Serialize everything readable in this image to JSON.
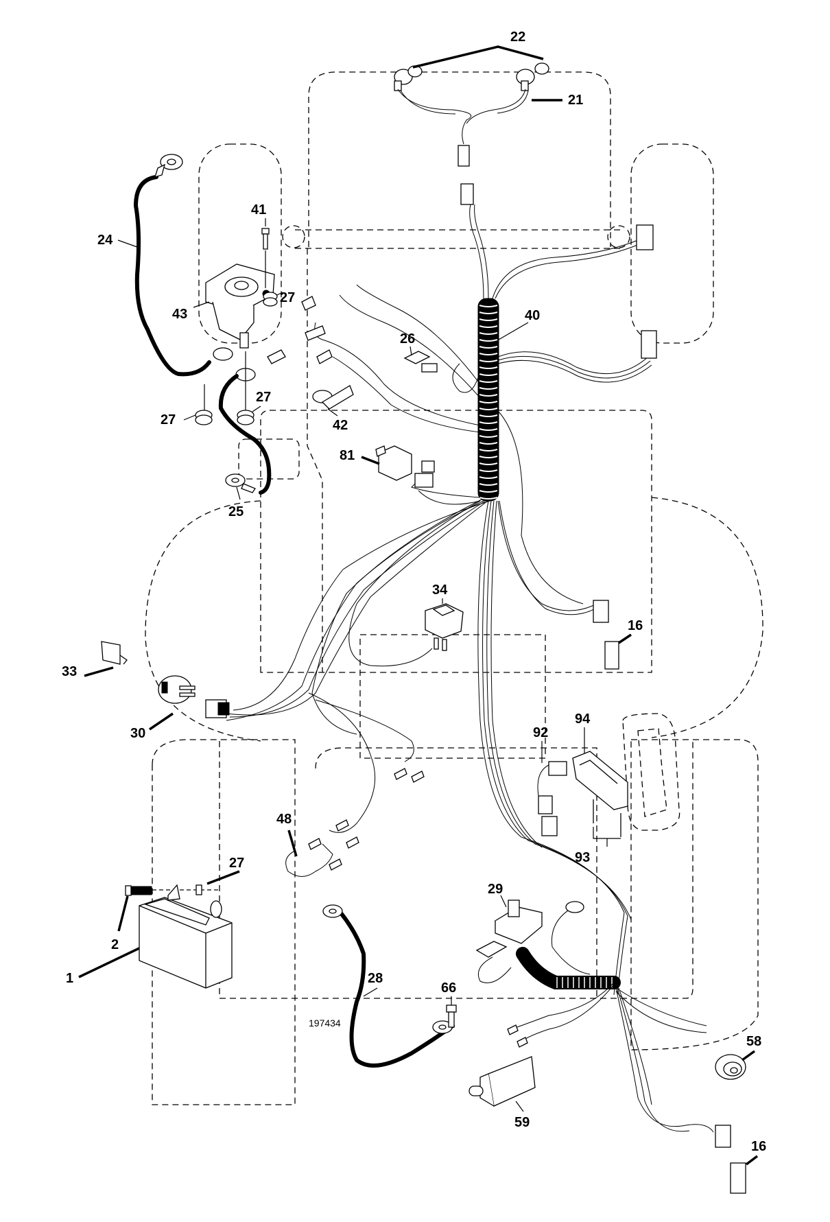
{
  "diagram": {
    "title": "Riding mower electrical wiring harness — exploded parts view",
    "drawing_number": "197434",
    "labels": [
      {
        "id": "22",
        "part": "headlight-bulbs"
      },
      {
        "id": "21",
        "part": "headlight-harness"
      },
      {
        "id": "24",
        "part": "battery-cable"
      },
      {
        "id": "41",
        "part": "bolt"
      },
      {
        "id": "43",
        "part": "solenoid"
      },
      {
        "id": "27a",
        "text": "27",
        "part": "nut"
      },
      {
        "id": "27b",
        "text": "27",
        "part": "nut"
      },
      {
        "id": "27c",
        "text": "27",
        "part": "nut"
      },
      {
        "id": "27d",
        "text": "27",
        "part": "nut"
      },
      {
        "id": "40",
        "part": "main-wiring-harness"
      },
      {
        "id": "26",
        "part": "fuse"
      },
      {
        "id": "42",
        "part": "boot"
      },
      {
        "id": "81",
        "part": "relay"
      },
      {
        "id": "25",
        "part": "cable"
      },
      {
        "id": "34",
        "part": "rocker-switch"
      },
      {
        "id": "16a",
        "text": "16",
        "part": "connector-plug"
      },
      {
        "id": "16b",
        "text": "16",
        "part": "connector-plug"
      },
      {
        "id": "33",
        "part": "ignition-key"
      },
      {
        "id": "30",
        "part": "ignition-switch"
      },
      {
        "id": "92",
        "part": "harness-adapter"
      },
      {
        "id": "94",
        "part": "module"
      },
      {
        "id": "93",
        "part": "screws"
      },
      {
        "id": "48",
        "part": "ground-wire"
      },
      {
        "id": "2",
        "part": "battery-bolt"
      },
      {
        "id": "1",
        "part": "battery"
      },
      {
        "id": "29",
        "part": "seat-switch"
      },
      {
        "id": "28",
        "part": "ground-cable"
      },
      {
        "id": "66",
        "part": "screw"
      },
      {
        "id": "58",
        "part": "buzzer"
      },
      {
        "id": "59",
        "part": "ignition-coil"
      }
    ]
  },
  "text": {
    "l22": "22",
    "l21": "21",
    "l24": "24",
    "l41": "41",
    "l43": "43",
    "l27a": "27",
    "l27b": "27",
    "l27c": "27",
    "l27d": "27",
    "l40": "40",
    "l26": "26",
    "l42": "42",
    "l81": "81",
    "l25": "25",
    "l34": "34",
    "l16a": "16",
    "l16b": "16",
    "l33": "33",
    "l30": "30",
    "l92": "92",
    "l94": "94",
    "l93": "93",
    "l48": "48",
    "l2": "2",
    "l1": "1",
    "l29": "29",
    "l28": "28",
    "l66": "66",
    "l58": "58",
    "l59": "59",
    "drawing_no": "197434"
  }
}
